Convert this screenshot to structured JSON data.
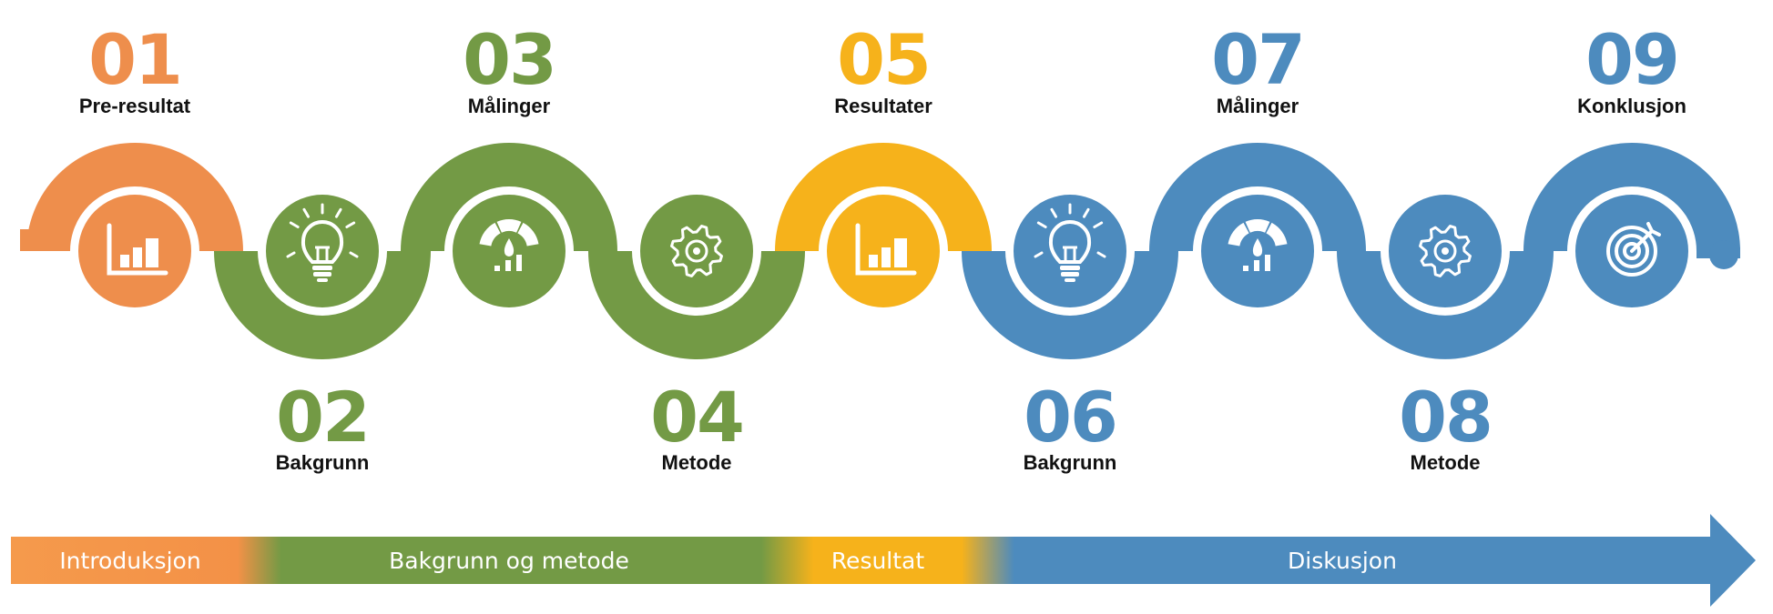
{
  "colors": {
    "orange": "#EE8E4C",
    "green": "#739A45",
    "yellow": "#F6B21B",
    "blue": "#4D8BBE"
  },
  "steps": [
    {
      "number": "01",
      "label": "Pre-resultat",
      "icon": "bar-chart-icon",
      "color": "orange"
    },
    {
      "number": "02",
      "label": "Bakgrunn",
      "icon": "lightbulb-icon",
      "color": "green"
    },
    {
      "number": "03",
      "label": "Målinger",
      "icon": "gauge-icon",
      "color": "green"
    },
    {
      "number": "04",
      "label": "Metode",
      "icon": "gear-icon",
      "color": "green"
    },
    {
      "number": "05",
      "label": "Resultater",
      "icon": "bar-chart-icon",
      "color": "yellow"
    },
    {
      "number": "06",
      "label": "Bakgrunn",
      "icon": "lightbulb-icon",
      "color": "blue"
    },
    {
      "number": "07",
      "label": "Målinger",
      "icon": "gauge-icon",
      "color": "blue"
    },
    {
      "number": "08",
      "label": "Metode",
      "icon": "gear-icon",
      "color": "blue"
    },
    {
      "number": "09",
      "label": "Konklusjon",
      "icon": "target-icon",
      "color": "blue"
    }
  ],
  "phases": [
    {
      "label": "Introduksjon",
      "color": "orange"
    },
    {
      "label": "Bakgrunn og metode",
      "color": "green"
    },
    {
      "label": "Resultat",
      "color": "yellow"
    },
    {
      "label": "Diskusjon",
      "color": "blue"
    }
  ]
}
